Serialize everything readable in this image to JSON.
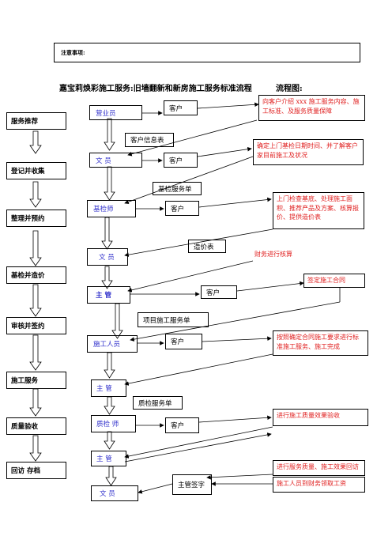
{
  "note_label": "注意事项:",
  "title": "嘉宝莉焕彩施工服务:旧墙翻新和新房施工服务标准流程",
  "flow_label": "流程图:",
  "stages": [
    "服务推荐",
    "登记并收集",
    "整理并预约",
    "基检并造价",
    "审核并签约",
    "施工服务",
    "质量验收",
    "回访 存档"
  ],
  "roles": {
    "salesperson": "营业员",
    "clerk1": "文 员",
    "inspector": "基检师",
    "clerk2": "文 员",
    "supervisor1": "主 管",
    "worker": "施工人员",
    "supervisor2": "主 管",
    "qc": "质检 师",
    "supervisor3": "主 管",
    "clerk3": "文 员"
  },
  "customer": "客户",
  "docs": {
    "customer_info": "客户信息表",
    "inspection_sheet": "基检服务单",
    "quote": "造价表",
    "project_sheet": "项目施工服务单",
    "qc_sheet": "质检服务单",
    "supervisor_sign": "主管签字"
  },
  "actions": {
    "introduce": "向客户介绍 xxx 施工服务内容、施工标准、及服务质量保障",
    "schedule": "确定上门基检日期时间、并了解客户家目前施工及状况",
    "inspect": "上门检查基底、处理施工面积、推荐产品及方案、核算报价、提供造价表",
    "finance": "财务进行核算",
    "contract": "签定施工合同",
    "construct": "按照确定合同施工要求进行标准施工服务、施工完成",
    "acceptance": "进行施工质量效果验收",
    "revisit": "进行服务质量、施工效果回访",
    "wages": "施工人员到财务领取工资"
  }
}
